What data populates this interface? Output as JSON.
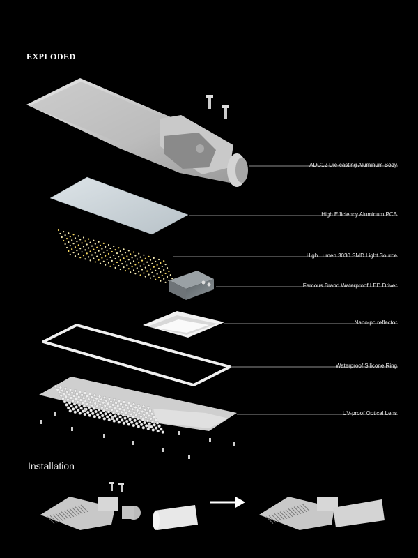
{
  "heading": "EXPLODED",
  "installation_title": "Installation",
  "labels": [
    "ADC12 Die-casting Aluminum Body",
    "High Efficiency Aluminum PCB",
    "High Lumen 3030 SMD Light Source",
    "Famous Brand Waterproof LED Driver",
    "Nano-pc reflector",
    "Waterproof Silicone Ring",
    "UV-proof  Optical Lens"
  ],
  "colors": {
    "background": "#000000",
    "text": "#ffffff",
    "leader_line": "#bfbfbf",
    "housing": "#cfcfcf",
    "driver": "#6e7478",
    "led": "#f4e9b0"
  }
}
